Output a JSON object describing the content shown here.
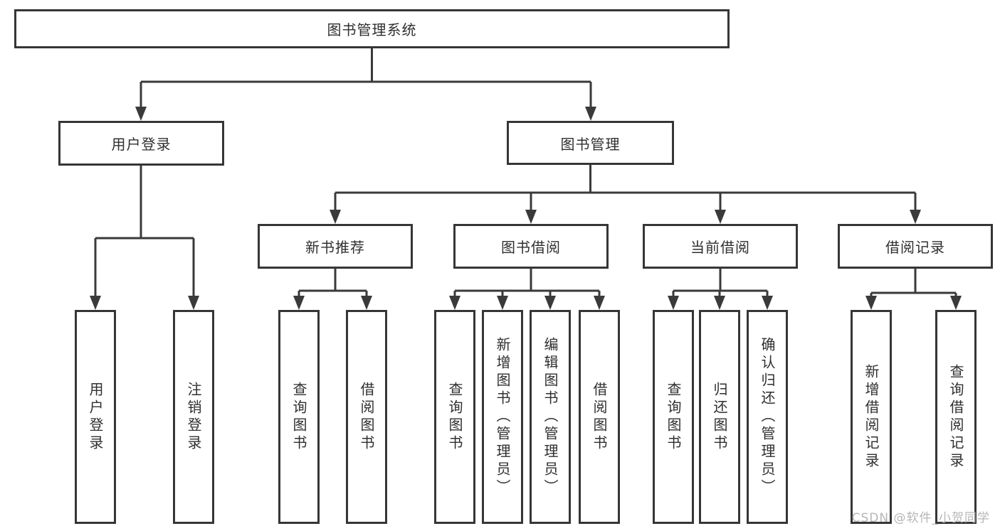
{
  "nodes": {
    "root": "图书管理系统",
    "user_login": "用户登录",
    "book_management": "图书管理",
    "new_book_recommend": "新书推荐",
    "book_borrowing": "图书借阅",
    "current_borrowing": "当前借阅",
    "borrowing_records": "借阅记录",
    "leaf_user_login": "用户登录",
    "leaf_logout": "注销登录",
    "leaf_recommend_query_books": "查询图书",
    "leaf_recommend_borrow_books": "借阅图书",
    "leaf_borrowing_query_books": "查询图书",
    "leaf_borrowing_add_books": "新增图书（管理员）",
    "leaf_borrowing_edit_books": "编辑图书（管理员）",
    "leaf_borrowing_borrow_books": "借阅图书",
    "leaf_current_query_books": "查询图书",
    "leaf_current_return_books": "归还图书",
    "leaf_current_confirm_return": "确认归还（管理员）",
    "leaf_records_add_record": "新增借阅记录",
    "leaf_records_query_record": "查询借阅记录"
  },
  "watermark": {
    "text": "CSDN @软件_小贺同学"
  },
  "colors": {
    "line": "#3a3a3a",
    "text": "#2f2f2f",
    "watermark": "#b2b2b2",
    "background": "#ffffff"
  }
}
